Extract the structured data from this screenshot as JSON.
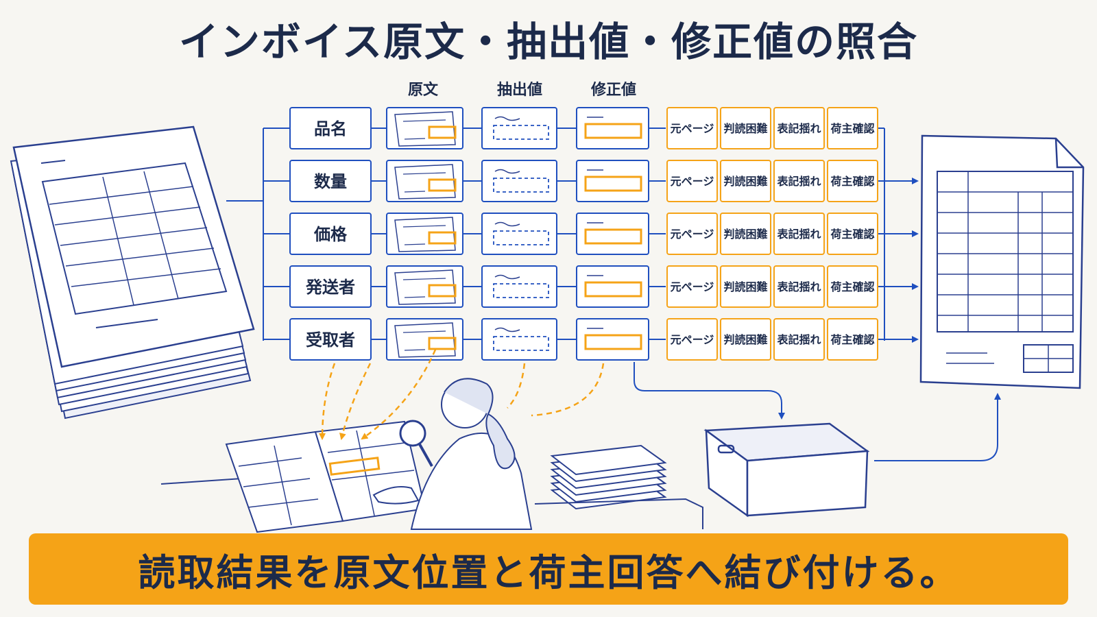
{
  "title": "インボイス原文・抽出値・修正値の照合",
  "columns": [
    "原文",
    "抽出値",
    "修正値"
  ],
  "fields": [
    "品名",
    "数量",
    "価格",
    "発送者",
    "受取者"
  ],
  "tags": [
    "元ページ",
    "判読困難",
    "表記揺れ",
    "荷主確認"
  ],
  "banner": "読取結果を原文位置と荷主回答へ結び付ける。",
  "colors": {
    "navy": "#1c2a4a",
    "blue": "#1f4fbf",
    "orange": "#f5a317",
    "sketch": "#2a3f8f",
    "background": "#f7f6f2"
  }
}
